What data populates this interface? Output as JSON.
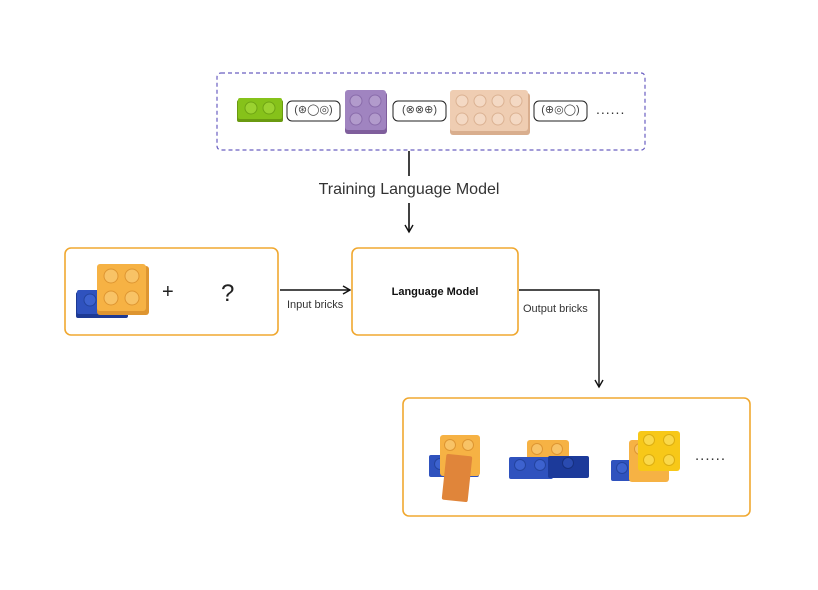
{
  "diagram": {
    "training_label": "Training Language Model",
    "input_box": {
      "plus": "+",
      "question": "?"
    },
    "input_edge_label": "Input bricks",
    "model_label": "Language Model",
    "output_edge_label": "Output bricks",
    "training_sequence_ellipsis": "......",
    "output_ellipsis": "......",
    "tokens": [
      {
        "name": "token-1",
        "glyphs": "(⊛◯◎)"
      },
      {
        "name": "token-2",
        "glyphs": "(⊗⊗⊕)"
      },
      {
        "name": "token-3",
        "glyphs": "(⊕◎◯)"
      }
    ],
    "colors": {
      "orange_border": "#f0a830",
      "dashed_border": "#6a5fc1",
      "green_brick": "#7cb518",
      "purple_brick": "#9b7cb6",
      "peach_brick": "#eec9ad",
      "blue_brick": "#2e4fb3",
      "orange_brick": "#f6b244",
      "yellow_brick": "#f7c818",
      "dark_orange_brick": "#e0853a"
    }
  }
}
